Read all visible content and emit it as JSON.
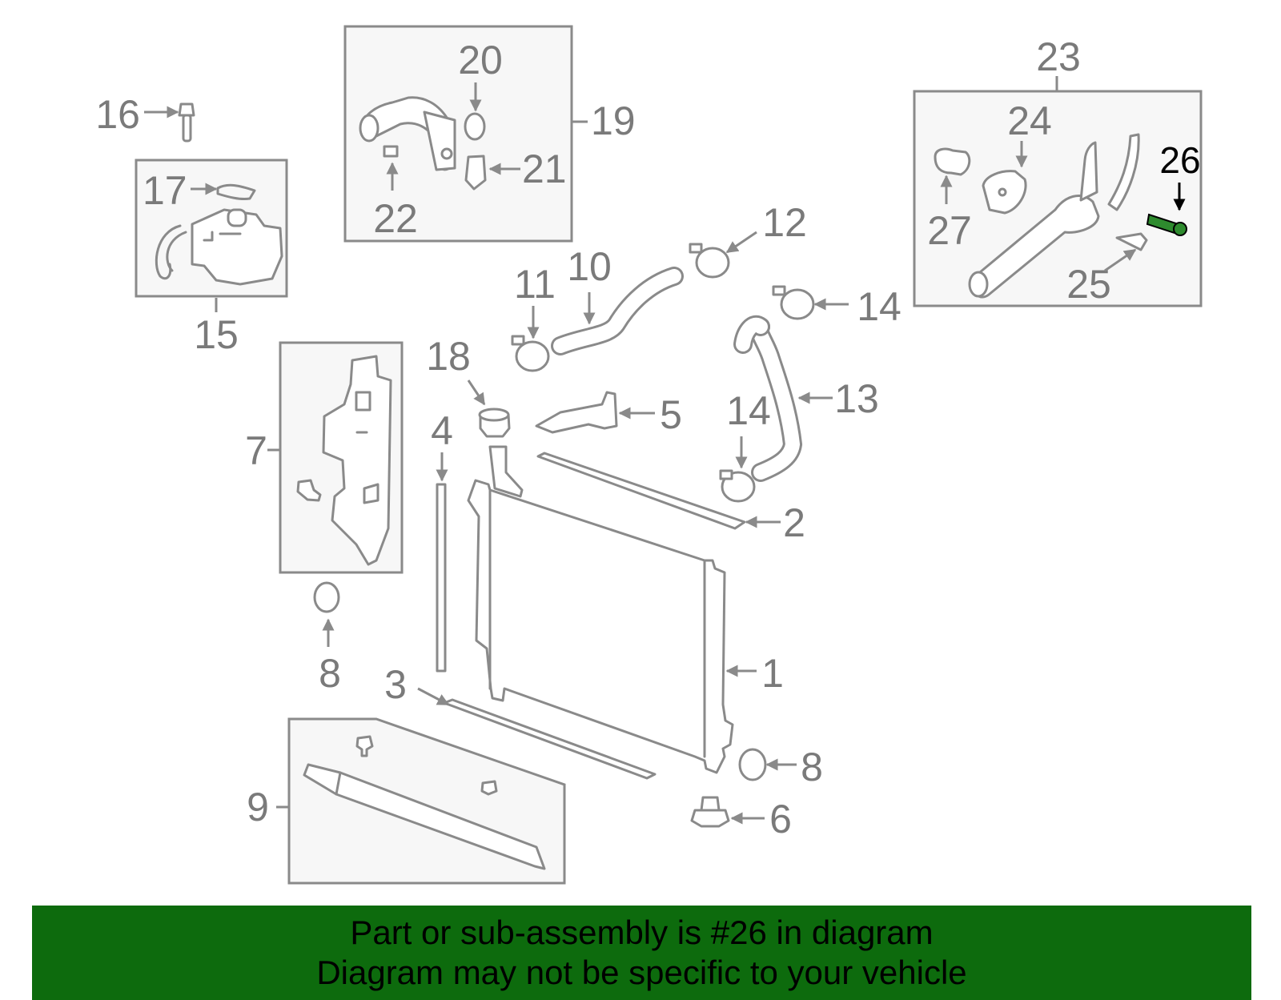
{
  "diagram": {
    "labels": {
      "p1": "1",
      "p2": "2",
      "p3": "3",
      "p4": "4",
      "p5": "5",
      "p6": "6",
      "p7": "7",
      "p8a": "8",
      "p8b": "8",
      "p9": "9",
      "p10": "10",
      "p11": "11",
      "p12": "12",
      "p13": "13",
      "p14a": "14",
      "p14b": "14",
      "p15": "15",
      "p16": "16",
      "p17": "17",
      "p18": "18",
      "p19": "19",
      "p20": "20",
      "p21": "21",
      "p22": "22",
      "p23": "23",
      "p24": "24",
      "p25": "25",
      "p26": "26",
      "p27": "27"
    },
    "highlighted_part": "26",
    "highlight_color": "#2e8b2e"
  },
  "banner": {
    "line1": "Part or sub-assembly is #26 in diagram",
    "line2": "Diagram may not be specific to your vehicle",
    "background": "#0d6b0d"
  }
}
